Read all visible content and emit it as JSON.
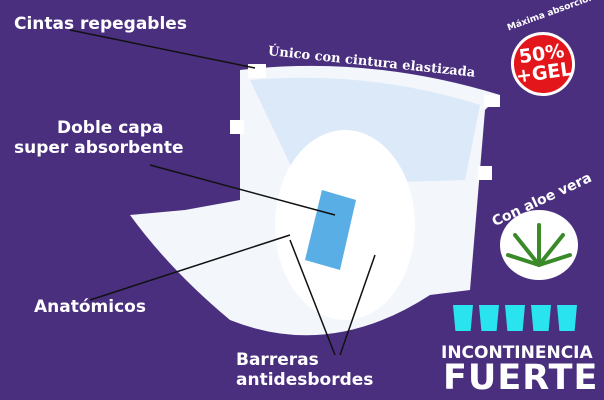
{
  "labels": {
    "tabs": "Cintas repegables",
    "layer_line1": "Doble capa",
    "layer_line2": "super absorbente",
    "anatomic": "Anatómicos",
    "barriers_line1": "Barreras",
    "barriers_line2": "antidesbordes",
    "waist": "Único con cintura elastizada",
    "aloe": "Con aloe vera"
  },
  "badge": {
    "arc": "Máxima absorción",
    "line1": "50%",
    "line2": "+GEL"
  },
  "level": {
    "cups": 5,
    "line1": "INCONTINENCIA",
    "line2": "FUERTE"
  },
  "colors": {
    "background": "#4b2f7f",
    "badge": "#e3161b",
    "cups": "#29e3ee"
  }
}
